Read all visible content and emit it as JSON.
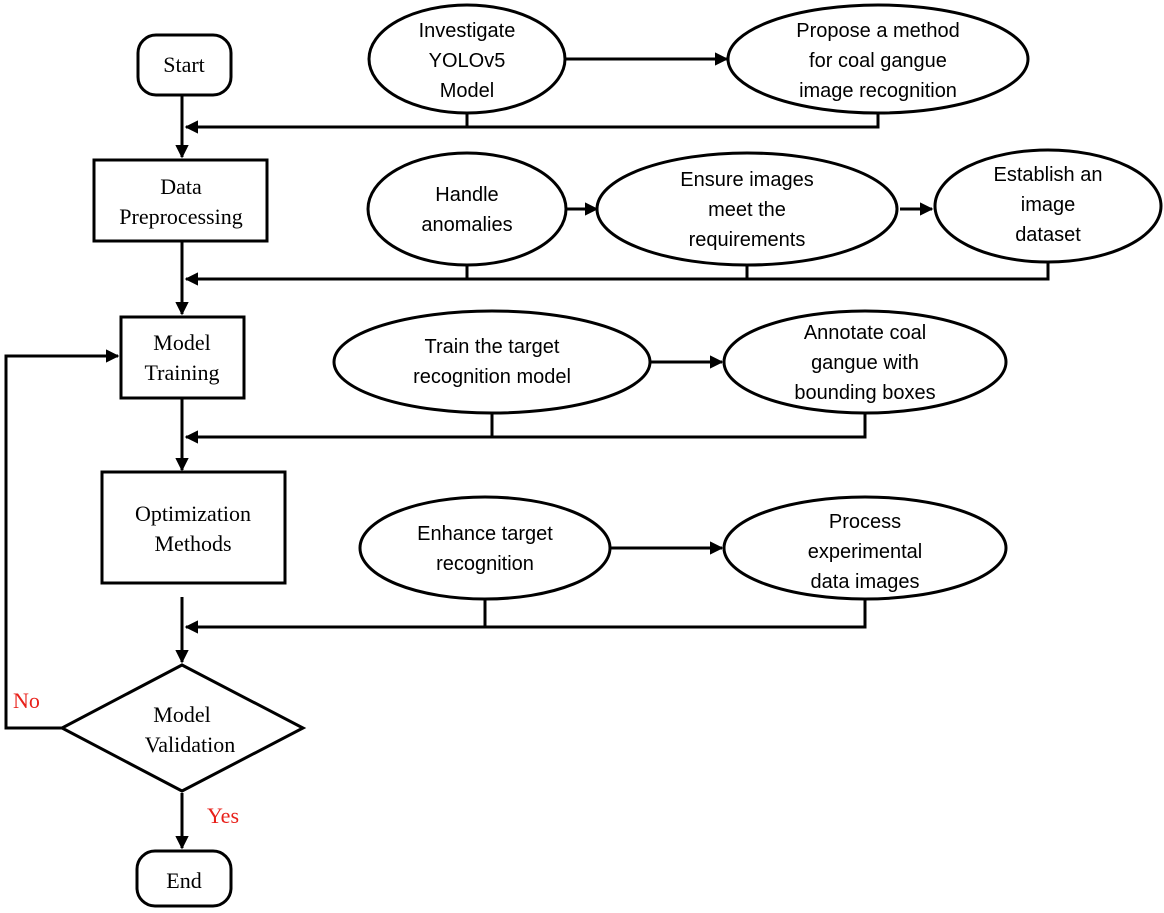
{
  "flow": {
    "start": "Start",
    "end": "End",
    "steps": [
      {
        "label": [
          "Data",
          "Preprocessing"
        ]
      },
      {
        "label": [
          "Model",
          "Training"
        ]
      },
      {
        "label": [
          "Optimization",
          "Methods"
        ]
      }
    ],
    "decision": {
      "label": [
        "Model",
        "Validation"
      ],
      "no": "No",
      "yes": "Yes"
    }
  },
  "details": {
    "row1": [
      [
        "Investigate",
        "YOLOv5",
        "Model"
      ],
      [
        "Propose a method",
        "for coal gangue",
        "image recognition"
      ]
    ],
    "row2": [
      [
        "Handle",
        "anomalies"
      ],
      [
        "Ensure images",
        "meet the",
        "requirements"
      ],
      [
        "Establish an",
        "image",
        "dataset"
      ]
    ],
    "row3": [
      [
        "Train the target",
        "recognition model"
      ],
      [
        "Annotate coal",
        "gangue with",
        "bounding boxes"
      ]
    ],
    "row4": [
      [
        "Enhance target",
        "recognition"
      ],
      [
        "Process",
        "experimental",
        "data images"
      ]
    ]
  }
}
